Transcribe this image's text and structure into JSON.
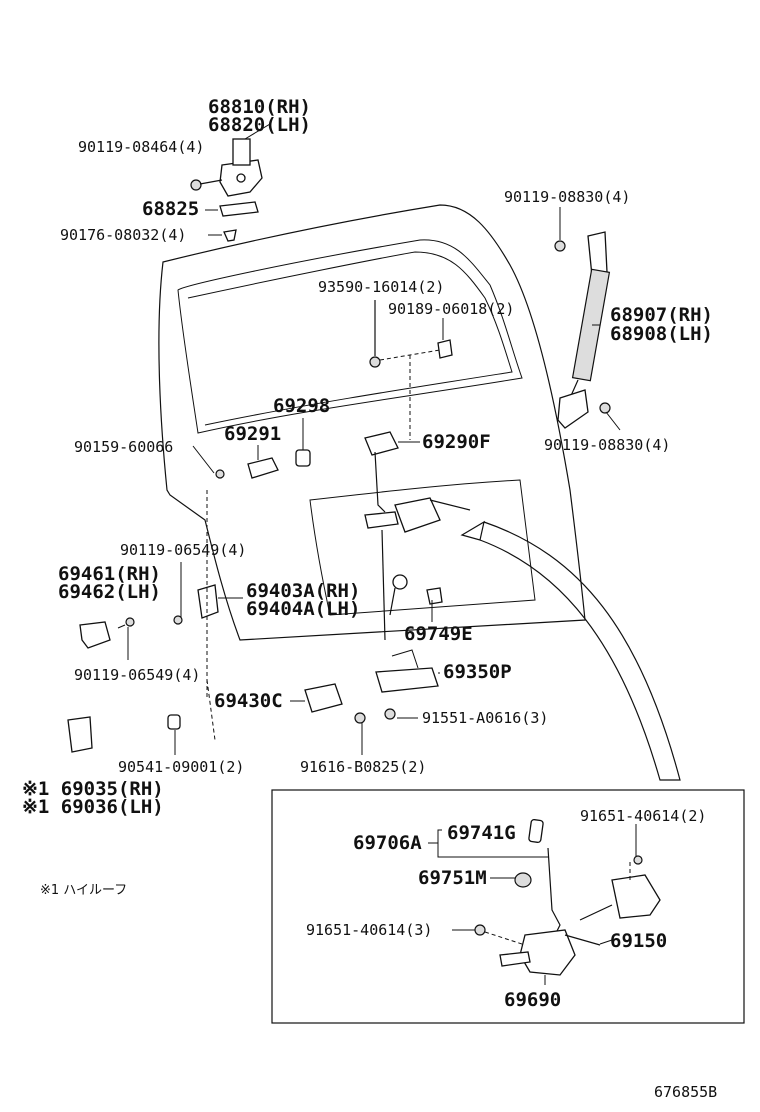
{
  "labels": {
    "p68810": "68810(RH)",
    "p68820": "68820(LH)",
    "p90119_08464": "90119-08464(4)",
    "p68825": "68825",
    "p90176": "90176-08032(4)",
    "p90119_08830_top": "90119-08830(4)",
    "p93590": "93590-16014(2)",
    "p90189": "90189-06018(2)",
    "p68907": "68907(RH)",
    "p68908": "68908(LH)",
    "p69298": "69298",
    "p69291": "69291",
    "p90159": "90159-60066",
    "p69290F": "69290F",
    "p90119_08830_bot": "90119-08830(4)",
    "p90119_06549_top": "90119-06549(4)",
    "p69461": "69461(RH)",
    "p69462": "69462(LH)",
    "p69403A": "69403A(RH)",
    "p69404A": "69404A(LH)",
    "p90119_06549_bot": "90119-06549(4)",
    "p69749E": "69749E",
    "p69350P": "69350P",
    "p69430C": "69430C",
    "p91551": "91551-A0616(3)",
    "p90541": "90541-09001(2)",
    "p91616": "91616-B0825(2)",
    "p69035": "※1 69035(RH)",
    "p69036": "※1 69036(LH)",
    "note": "※1 ハイルーフ",
    "p69706A": "69706A",
    "p69741G": "69741G",
    "p91651_top": "91651-40614(2)",
    "p69751M": "69751M",
    "p91651_bot": "91651-40614(3)",
    "p69150": "69150",
    "p69690": "69690",
    "diagram_id": "676855B"
  }
}
